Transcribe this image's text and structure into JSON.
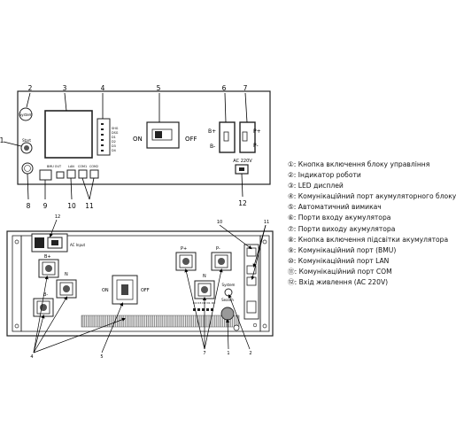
{
  "front": {
    "callouts": [
      "1",
      "2",
      "3",
      "4",
      "5",
      "6",
      "7",
      "8",
      "9",
      "10",
      "11",
      "12"
    ],
    "labels": {
      "system": "System",
      "start": "Start",
      "bmu_out": "BMU OUT",
      "lan": "LAN",
      "com1": "COM1",
      "com2": "COM2",
      "on": "ON",
      "off": "OFF",
      "b_plus": "B+",
      "b_minus": "B-",
      "p_plus": "P+",
      "p_minus": "P-",
      "ac": "AC 220V",
      "leds": [
        "SHG",
        "DSG",
        "D1",
        "D2",
        "D3",
        "D4"
      ]
    }
  },
  "rear": {
    "labels": {
      "ac_input": "AC Input",
      "b_plus": "B+",
      "b_minus": "B-",
      "n": "N",
      "p_plus": "P+",
      "p_minus": "P-",
      "on": "ON",
      "off": "OFF",
      "system": "System",
      "search": "Search",
      "led_codes": "D4 D3 D2 D1 D0"
    },
    "callouts": [
      "12",
      "10",
      "11",
      "4",
      "5",
      "7",
      "1",
      "2"
    ]
  },
  "legend": [
    "①: Кнопка включення блоку управління",
    "②: Індикатор роботи",
    "③: LED дисплей",
    "④: Комунікаційний порт акумуляторного блоку",
    "⑤: Автоматичний вимикач",
    "⑥: Порти входу акумулятора",
    "⑦: Порти виходу акумулятора",
    "⑧: Кнопка включення підсвітки акумулятора",
    "⑨: Комунікаційний порт (BMU)",
    "⑩: Комунікаційний порт LAN",
    "⑪: Комунікаційний порт COM",
    "⑫: Вхід живлення (AC 220V)"
  ]
}
